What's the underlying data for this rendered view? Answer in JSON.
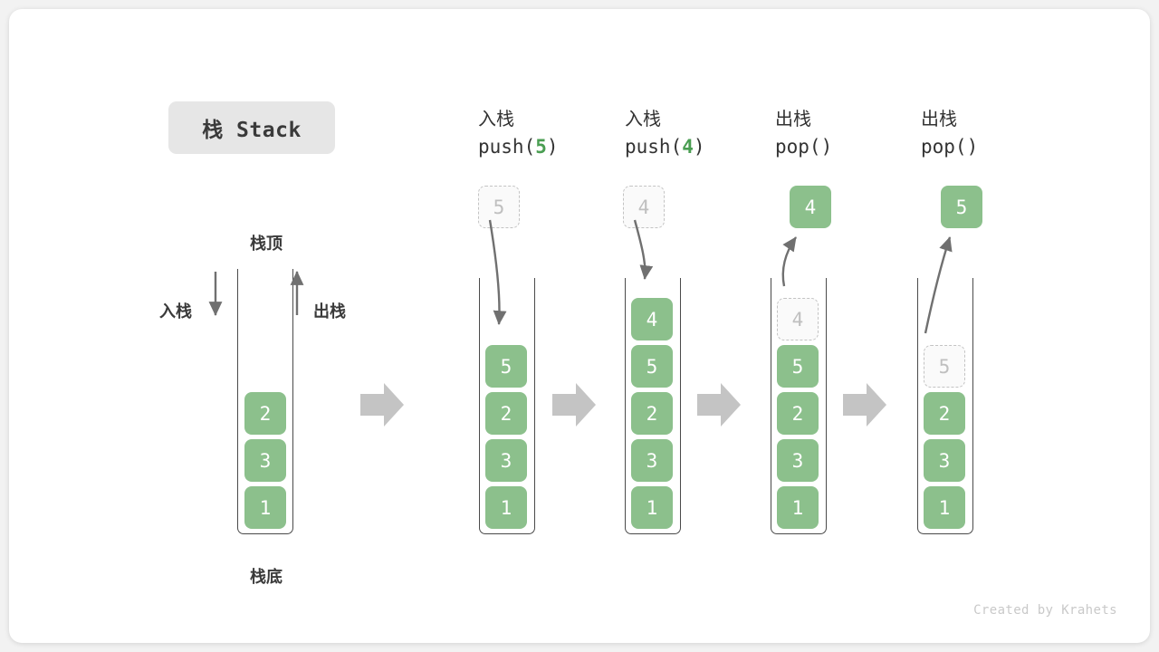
{
  "title": {
    "text": "栈 Stack"
  },
  "labels": {
    "top": "栈顶",
    "bottom": "栈底",
    "push_side": "入栈",
    "pop_side": "出栈"
  },
  "columns": [
    {
      "id": "initial",
      "header_cjk": "",
      "header_code": "",
      "op": "none",
      "stack": [
        "2",
        "3",
        "1"
      ]
    },
    {
      "id": "push-5",
      "header_cjk": "入栈",
      "header_code_prefix": "push(",
      "header_code_value": "5",
      "header_code_suffix": ")",
      "op": "push",
      "moving_value": "5",
      "stack": [
        "5",
        "2",
        "3",
        "1"
      ]
    },
    {
      "id": "push-4",
      "header_cjk": "入栈",
      "header_code_prefix": "push(",
      "header_code_value": "4",
      "header_code_suffix": ")",
      "op": "push",
      "moving_value": "4",
      "stack": [
        "4",
        "5",
        "2",
        "3",
        "1"
      ]
    },
    {
      "id": "pop-1",
      "header_cjk": "出栈",
      "header_code_prefix": "pop(",
      "header_code_value": "",
      "header_code_suffix": ")",
      "op": "pop",
      "moving_value": "4",
      "ghost_value": "4",
      "stack": [
        "5",
        "2",
        "3",
        "1"
      ]
    },
    {
      "id": "pop-2",
      "header_cjk": "出栈",
      "header_code_prefix": "pop(",
      "header_code_value": "",
      "header_code_suffix": ")",
      "op": "pop",
      "moving_value": "5",
      "ghost_value": "5",
      "stack": [
        "2",
        "3",
        "1"
      ]
    }
  ],
  "footer": {
    "credit": "Created by Krahets"
  },
  "colors": {
    "cell_fill": "#8cc08c",
    "accent_green": "#4a9e52",
    "arrow_gray": "#707070",
    "block_arrow": "#c4c4c4",
    "ghost_border": "#c3c3c3",
    "chip_bg": "#e6e6e6"
  }
}
